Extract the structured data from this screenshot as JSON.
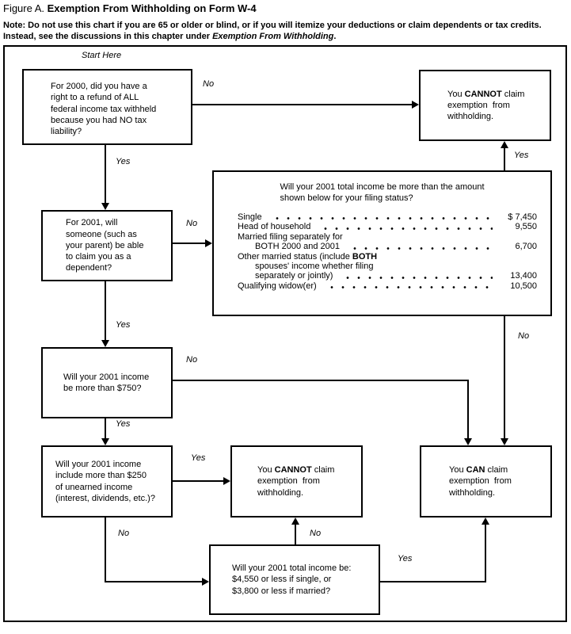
{
  "title": {
    "prefix": "Figure A. ",
    "main": "Exemption From Withholding on Form W-4"
  },
  "note": {
    "bold_label": "Note:",
    "text": " Do not use this chart if you are 65 or older or blind, or if you will itemize your deductions or claim dependents or tax credits. Instead, see the discussions in this chapter under ",
    "emphasis": "Exemption From Withholding",
    "suffix": "."
  },
  "flow": {
    "start_label": "Start Here",
    "edge_labels": {
      "refund_no": "No",
      "refund_yes": "Yes",
      "dependent_no": "No",
      "table_yes": "Yes",
      "table_no": "No",
      "dependent_yes": "Yes",
      "q750_no": "No",
      "q750_yes": "Yes",
      "unearned_yes": "Yes",
      "unearned_no": "No",
      "total_no": "No",
      "total_yes": "Yes"
    },
    "boxes": {
      "q_refund": {
        "lines": [
          "For 2000, did you have a",
          "right to a refund of ALL",
          "federal income tax withheld",
          "because you had NO tax",
          "liability?"
        ]
      },
      "cannot_top": {
        "lines": [
          {
            "pre": "You ",
            "bold": "CANNOT",
            "post": " claim"
          },
          "exemption  from",
          "withholding."
        ]
      },
      "q_dependent": {
        "lines": [
          "For 2001, will",
          "someone (such as",
          "your parent) be able",
          "to claim you as a",
          "dependent?"
        ]
      },
      "q_income_table": {
        "header_lines": [
          "Will your 2001 total income be more than the amount",
          "shown below for your filing status?"
        ],
        "rows": [
          {
            "label": {
              "pre": "Single"
            },
            "dots": true,
            "amount": "$ 7,450"
          },
          {
            "label": {
              "pre": "Head of household"
            },
            "dots": true,
            "amount": "9,550"
          },
          {
            "label": {
              "pre": "Married filing separately for"
            }
          },
          {
            "label": {
              "pre": "BOTH 2000 and 2001"
            },
            "indent": true,
            "dots": true,
            "amount": "6,700"
          },
          {
            "label": {
              "pre": "Other married status (include ",
              "bold": "BOTH"
            }
          },
          {
            "label": {
              "pre": "spouses' income whether filing"
            },
            "indent": true
          },
          {
            "label": {
              "pre": "separately or jointly)"
            },
            "indent": true,
            "dots": true,
            "amount": "13,400"
          },
          {
            "label": {
              "pre": "Qualifying widow(er)"
            },
            "dots": true,
            "amount": "10,500"
          }
        ]
      },
      "q_750": {
        "lines": [
          "Will your 2001 income",
          "be more than $750?"
        ]
      },
      "q_unearned": {
        "lines": [
          "Will your 2001 income",
          "include more than $250",
          "of unearned income",
          "(interest, dividends, etc.)?"
        ]
      },
      "cannot_mid": {
        "lines": [
          {
            "pre": "You ",
            "bold": "CANNOT",
            "post": " claim"
          },
          "exemption  from",
          "withholding."
        ]
      },
      "can": {
        "lines": [
          {
            "pre": "You ",
            "bold": "CAN",
            "post": " claim"
          },
          "exemption  from",
          "withholding."
        ]
      },
      "q_total_income": {
        "lines": [
          "Will your 2001 total income be:",
          "$4,550 or less if single, or",
          "$3,800 or less if married?"
        ]
      }
    }
  }
}
